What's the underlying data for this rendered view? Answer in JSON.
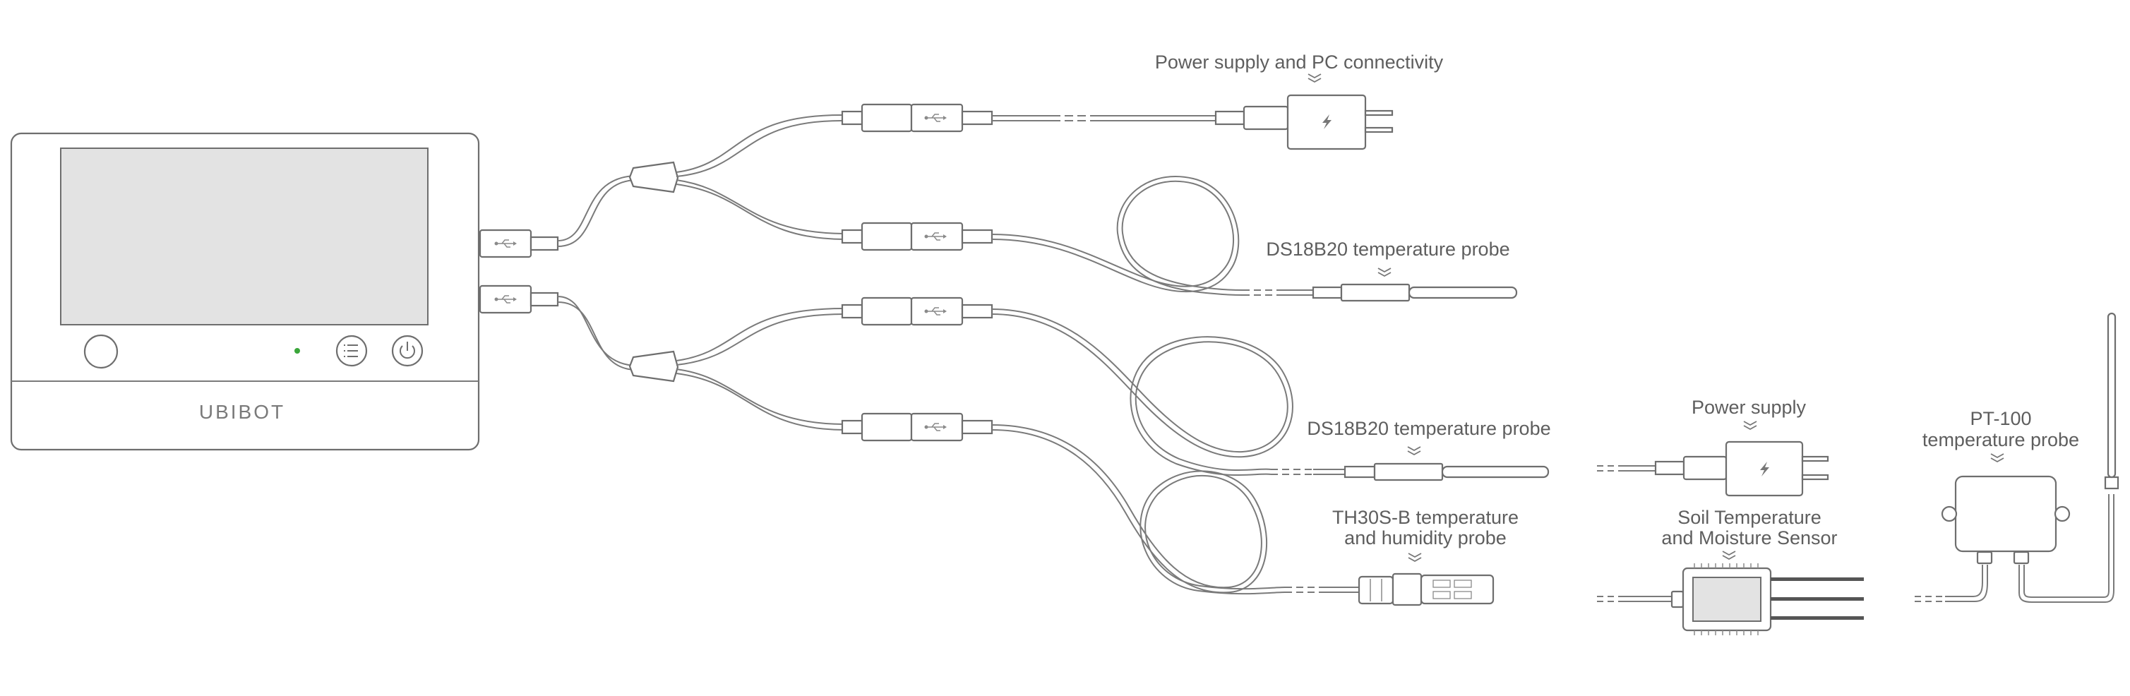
{
  "device": {
    "brand": "UBIBOT",
    "status_led_color": "#3aa63a",
    "icons": [
      "usb-icon",
      "menu-icon",
      "power-icon",
      "lightning-icon"
    ]
  },
  "labels": {
    "power_pc": "Power supply and PC connectivity",
    "ds18b20_top": "DS18B20 temperature probe",
    "ds18b20_mid": "DS18B20 temperature probe",
    "th30s_line1": "TH30S-B temperature",
    "th30s_line2": "and humidity probe",
    "power_supply": "Power supply",
    "soil_line1": "Soil Temperature",
    "soil_line2": "and Moisture Sensor",
    "pt100_line1": "PT-100",
    "pt100_line2": "temperature probe"
  }
}
